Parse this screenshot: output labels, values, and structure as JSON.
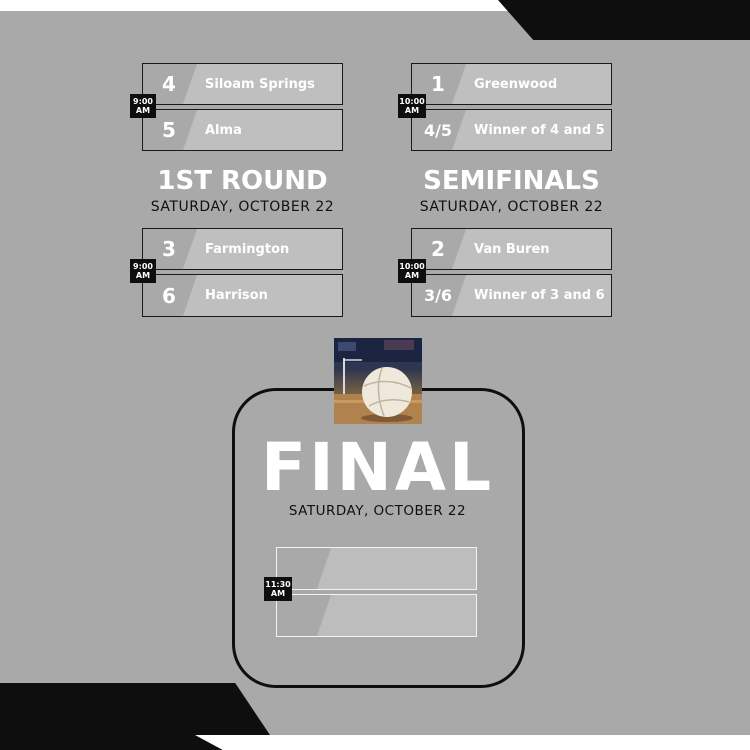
{
  "first_round": {
    "title": "1ST ROUND",
    "date": "SATURDAY, OCTOBER 22",
    "matchups": [
      {
        "time_line1": "9:00",
        "time_line2": "AM",
        "teams": [
          {
            "seed": "4",
            "name": "Siloam Springs"
          },
          {
            "seed": "5",
            "name": "Alma"
          }
        ]
      },
      {
        "time_line1": "9:00",
        "time_line2": "AM",
        "teams": [
          {
            "seed": "3",
            "name": "Farmington"
          },
          {
            "seed": "6",
            "name": "Harrison"
          }
        ]
      }
    ]
  },
  "semifinals": {
    "title": "SEMIFINALS",
    "date": "SATURDAY, OCTOBER 22",
    "matchups": [
      {
        "time_line1": "10:00",
        "time_line2": "AM",
        "teams": [
          {
            "seed": "1",
            "name": "Greenwood"
          },
          {
            "seed": "4/5",
            "name": "Winner of 4 and 5"
          }
        ]
      },
      {
        "time_line1": "10:00",
        "time_line2": "AM",
        "teams": [
          {
            "seed": "2",
            "name": "Van Buren"
          },
          {
            "seed": "3/6",
            "name": "Winner of 3 and 6"
          }
        ]
      }
    ]
  },
  "final": {
    "title": "FINAL",
    "date": "SATURDAY, OCTOBER 22",
    "time_line1": "11:30",
    "time_line2": "AM"
  },
  "photo": {
    "icon": "volleyball-icon"
  },
  "colors": {
    "background": "#a9a9a9",
    "accent_dark": "#0e0e0e",
    "text_light": "#ffffff"
  }
}
